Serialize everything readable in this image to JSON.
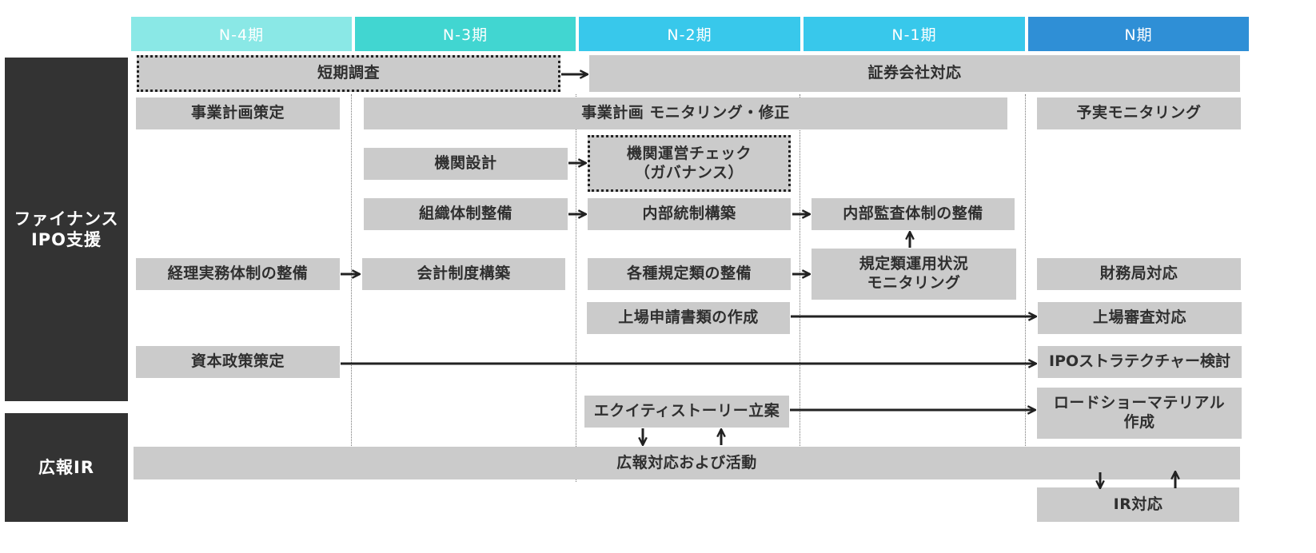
{
  "phases": [
    {
      "label": "N-4期",
      "color": "#8ae8e6"
    },
    {
      "label": "N-3期",
      "color": "#41d6d1"
    },
    {
      "label": "N-2期",
      "color": "#38c8eb"
    },
    {
      "label": "N-1期",
      "color": "#38c8eb"
    },
    {
      "label": "N期",
      "color": "#2f8fd6"
    }
  ],
  "sidebar": {
    "finance": "ファイナンス\nIPO支援",
    "pr": "広報IR"
  },
  "tasks": {
    "short_survey": "短期調査",
    "securities": "証券会社対応",
    "business_plan": "事業計画策定",
    "plan_monitoring": "事業計画 モニタリング・修正",
    "budget_monitoring": "予実モニタリング",
    "org_design": "機関設計",
    "governance_check": "機関運営チェック\n（ガバナンス）",
    "org_structure": "組織体制整備",
    "internal_control": "内部統制構築",
    "internal_audit": "内部監査体制の整備",
    "accounting_structure": "経理実務体制の整備",
    "accounting_system": "会計制度構築",
    "regulations": "各種規定類の整備",
    "regulations_monitoring": "規定類運用状況\nモニタリング",
    "finance_bureau": "財務局対応",
    "listing_docs": "上場申請書類の作成",
    "listing_review": "上場審査対応",
    "capital_policy": "資本政策策定",
    "ipo_structure": "IPOストラテクチャー検討",
    "equity_story": "エクイティストーリー立案",
    "roadshow": "ロードショーマテリアル\n作成",
    "pr_activity": "広報対応および活動",
    "ir": "IR対応"
  },
  "colors": {
    "box": "#cbcbcb",
    "text": "#2f2f2f",
    "sidebar": "#333333",
    "arrow": "#222222"
  }
}
